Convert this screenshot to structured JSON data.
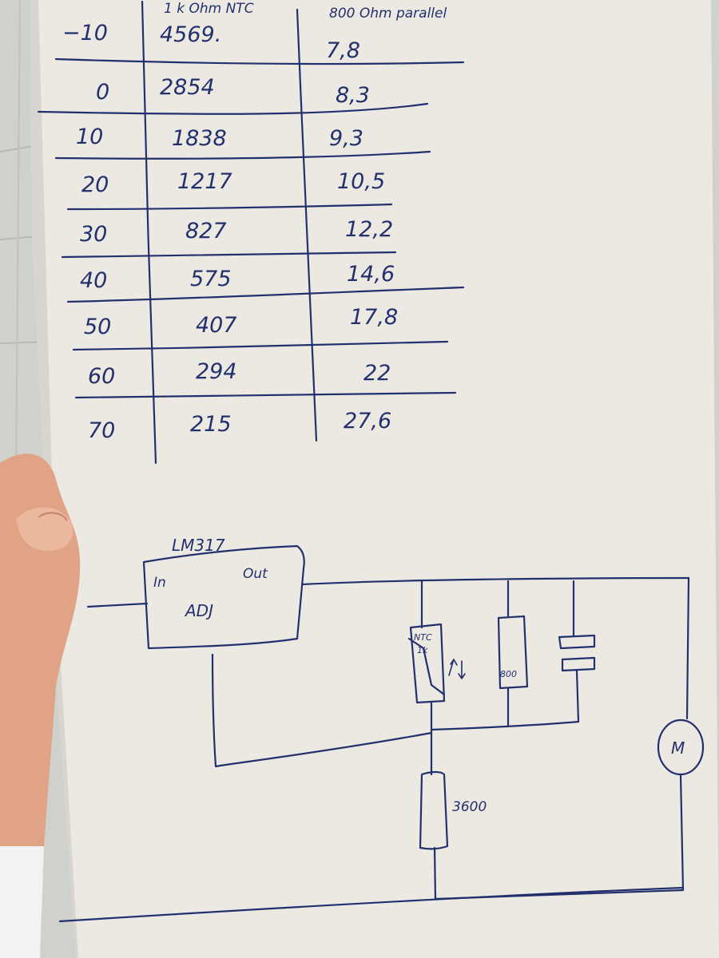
{
  "table": {
    "header_ntc": "1 k Ohm NTC",
    "header_parallel": "800 Ohm parallel",
    "rows": [
      {
        "temp": "−10",
        "ntc": "4569.",
        "par": "7,8"
      },
      {
        "temp": "0",
        "ntc": "2854",
        "par": "8,3"
      },
      {
        "temp": "10",
        "ntc": "1838",
        "par": "9,3"
      },
      {
        "temp": "20",
        "ntc": "1217",
        "par": "10,5"
      },
      {
        "temp": "30",
        "ntc": "827",
        "par": "12,2"
      },
      {
        "temp": "40",
        "ntc": "575",
        "par": "14,6"
      },
      {
        "temp": "50",
        "ntc": "407",
        "par": "17,8"
      },
      {
        "temp": "60",
        "ntc": "294",
        "par": "22"
      },
      {
        "temp": "70",
        "ntc": "215",
        "par": "27,6"
      }
    ]
  },
  "circuit": {
    "regulator_name": "LM317",
    "pin_in": "In",
    "pin_out": "Out",
    "pin_adj": "ADJ",
    "ntc_label_top": "NTC",
    "ntc_label_bottom": "1k",
    "resistor_parallel_value": "800",
    "resistor_bottom_value": "3600",
    "motor_label": "M"
  },
  "colors": {
    "ink": "#23306e",
    "paper": "#ece9e2",
    "floor": "#cfd1cd",
    "skin": "#e0a386"
  }
}
